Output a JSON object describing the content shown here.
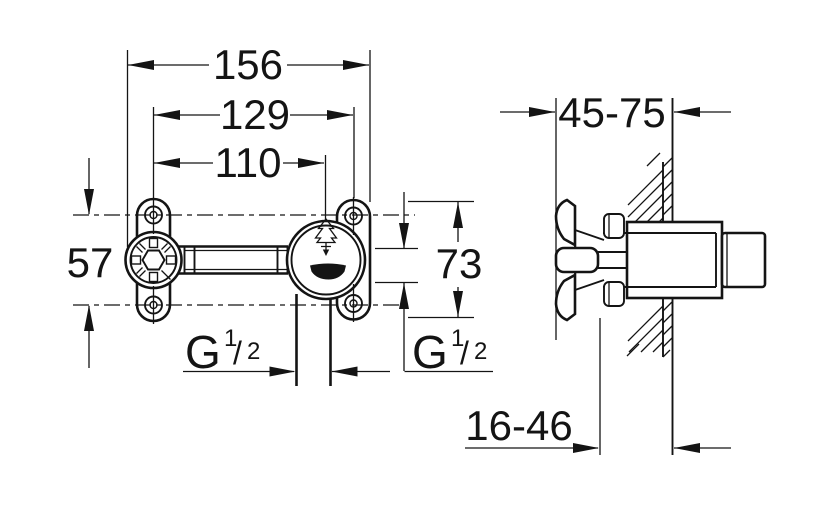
{
  "drawing": {
    "front_view": {
      "width_overall_mm": "156",
      "width_bolt_holes_mm": "129",
      "width_port_centers_mm": "110",
      "height_bolt_holes_mm": "57",
      "outlet_thread": {
        "symbol": "G",
        "numerator": "1",
        "slash": "/",
        "denominator": "2"
      },
      "side_port_thread": {
        "symbol": "G",
        "numerator": "1",
        "slash": "/",
        "denominator": "2"
      }
    },
    "side_view": {
      "plate_height_mm": "73",
      "install_depth_range_mm": "45-75",
      "front_depth_range_mm": "16-46"
    },
    "colors": {
      "line": "#141414",
      "background": "#ffffff"
    }
  }
}
